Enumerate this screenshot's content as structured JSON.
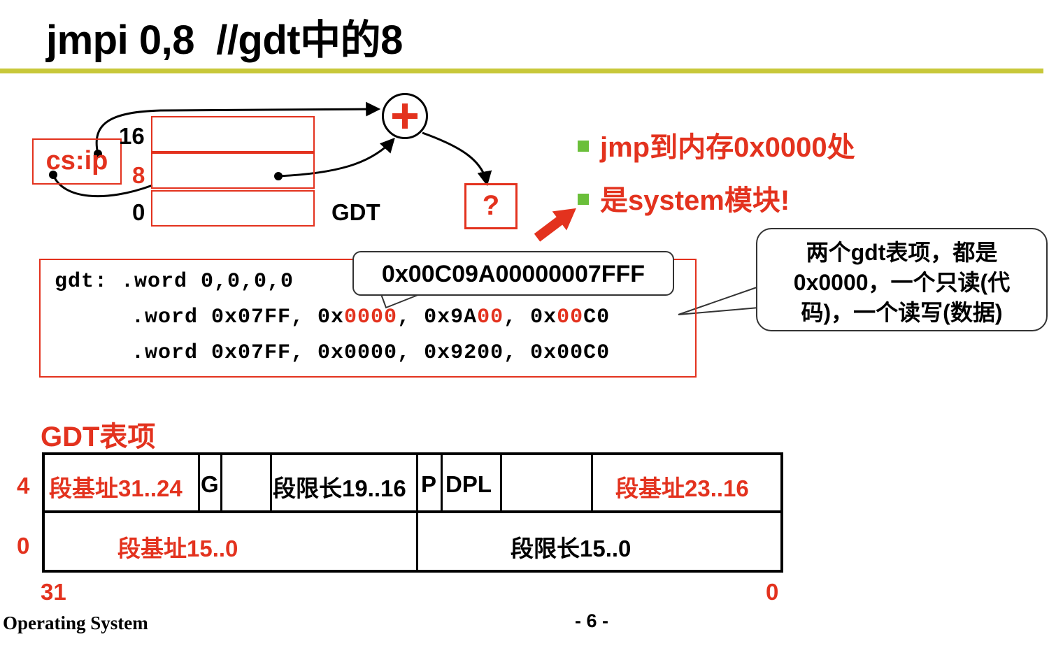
{
  "slide": {
    "title": "jmpi 0,8  //gdt中的8",
    "footer_left": "Operating System",
    "page_number": "- 6 -"
  },
  "diagram": {
    "csip_label": "cs:ip",
    "gdt_indices": [
      "16",
      "8",
      "0"
    ],
    "gdt_label": "GDT",
    "plus_symbol": "+",
    "unknown_box": "?",
    "accent_color": "#e3321e",
    "title_rule_color": "#c8c83a",
    "bullet_color": "#6abf3a"
  },
  "bullets": [
    "jmp到内存0x0000处",
    "是system模块!"
  ],
  "code": {
    "line1": "gdt: .word 0,0,0,0",
    "line2_parts": [
      ".word 0x07FF, 0x",
      "0000",
      ", 0x9A",
      "00",
      ", 0x",
      "00",
      "C0"
    ],
    "line3": ".word 0x07FF, 0x0000, 0x9200, 0x00C0"
  },
  "callouts": {
    "hex_value": "0x00C09A00000007FFF",
    "note_lines": [
      "两个gdt表项，都是",
      "0x0000，一个只读(代",
      "码)，一个读写(数据)"
    ]
  },
  "descriptor": {
    "title": "GDT表项",
    "row_labels": [
      "4",
      "0"
    ],
    "bit_labels": [
      "31",
      "0"
    ],
    "row4": {
      "base_31_24": "段基址31..24",
      "g": "G",
      "limit_19_16": "段限长19..16",
      "p": "P",
      "dpl": "DPL",
      "base_23_16": "段基址23..16"
    },
    "row0": {
      "base_15_0": "段基址15..0",
      "limit_15_0": "段限长15..0"
    }
  }
}
